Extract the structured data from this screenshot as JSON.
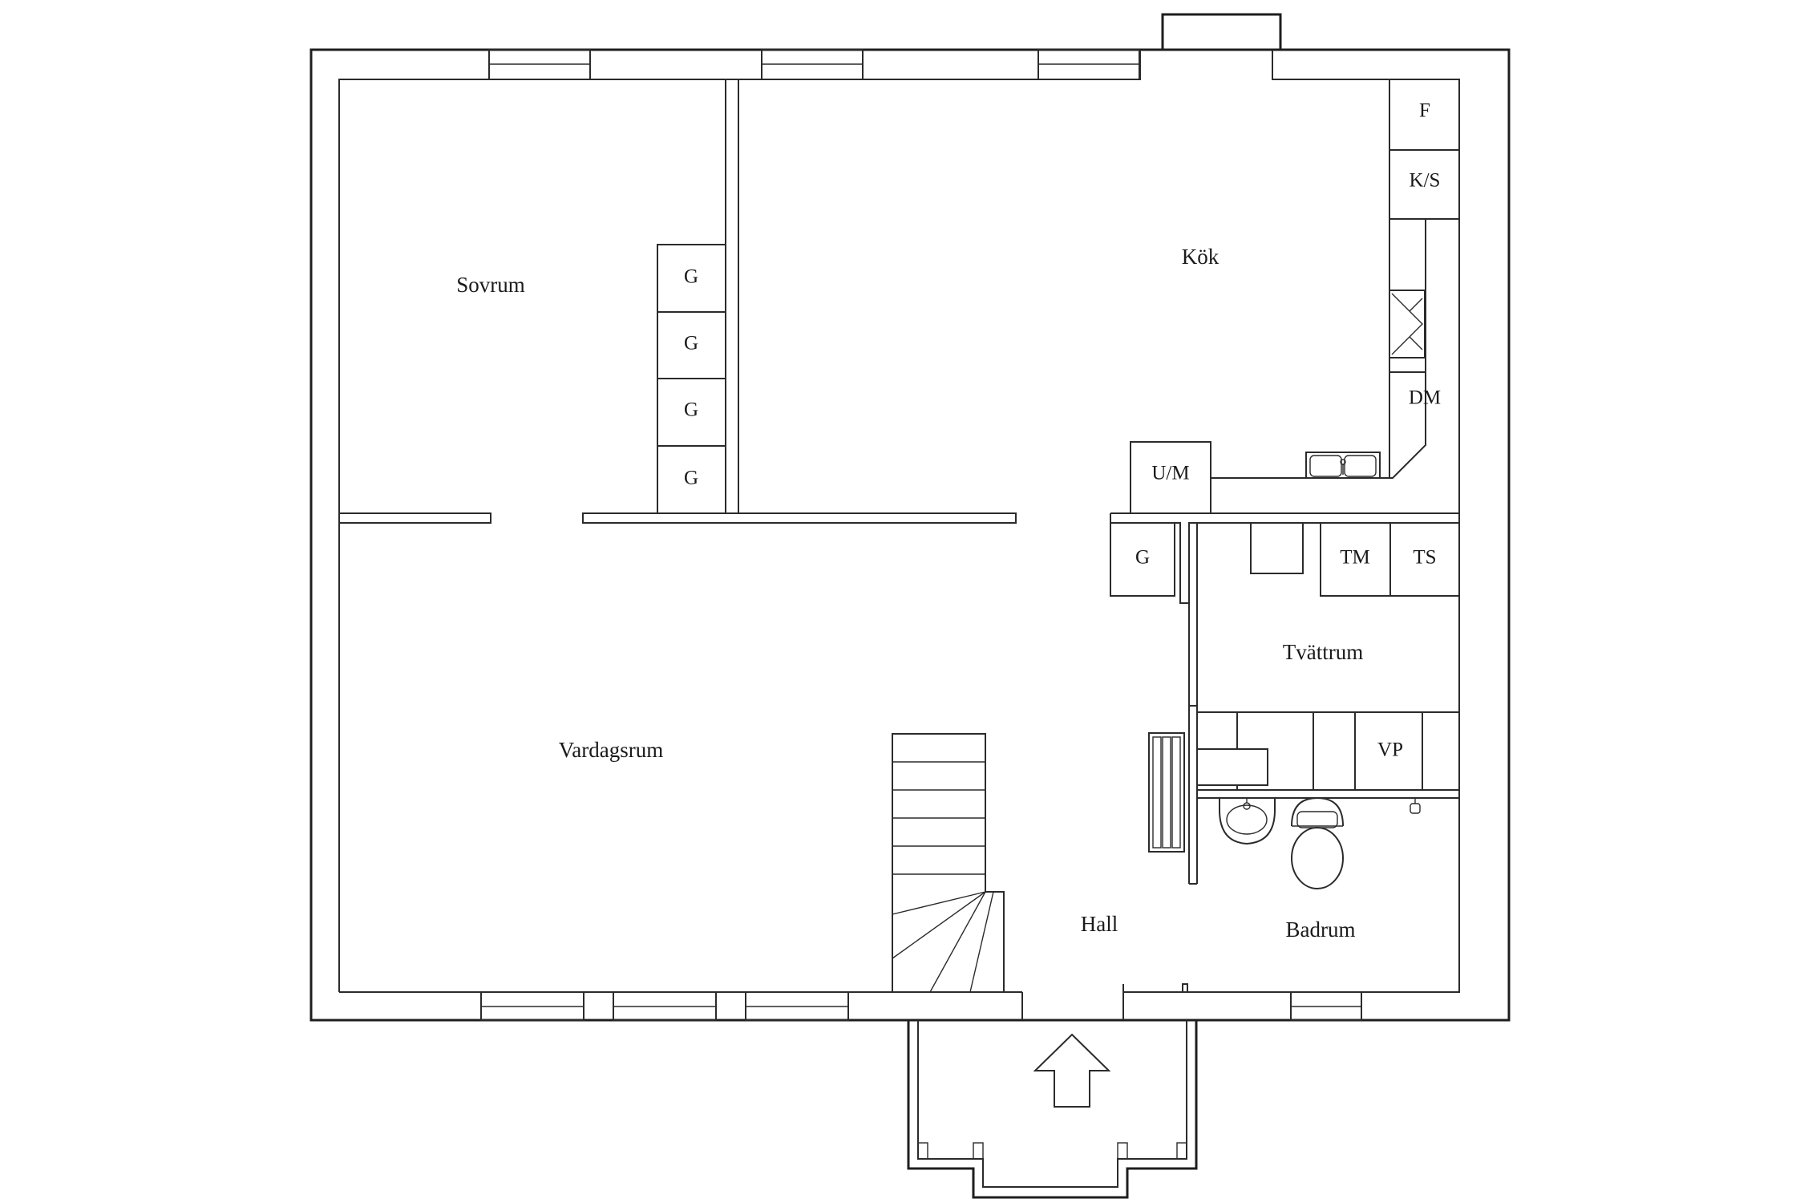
{
  "rooms": {
    "sovrum": "Sovrum",
    "kok": "Kök",
    "vardagsrum": "Vardagsrum",
    "tvattrum": "Tvättrum",
    "hall": "Hall",
    "badrum": "Badrum"
  },
  "fixtures": {
    "fridge": "F",
    "fridge_freezer": "K/S",
    "dishwasher": "DM",
    "oven_microwave": "U/M",
    "wardrobe": "G",
    "washing_machine": "TM",
    "tumble_dryer": "TS",
    "water_heater": "VP"
  },
  "icons": {
    "entrance": "arrow-up-icon",
    "stairs": "staircase-icon",
    "sink": "sink-icon",
    "toilet": "toilet-icon",
    "washbasin": "washbasin-icon",
    "radiator": "radiator-icon"
  },
  "colors": {
    "line": "#2b2b2b",
    "background": "#ffffff"
  }
}
